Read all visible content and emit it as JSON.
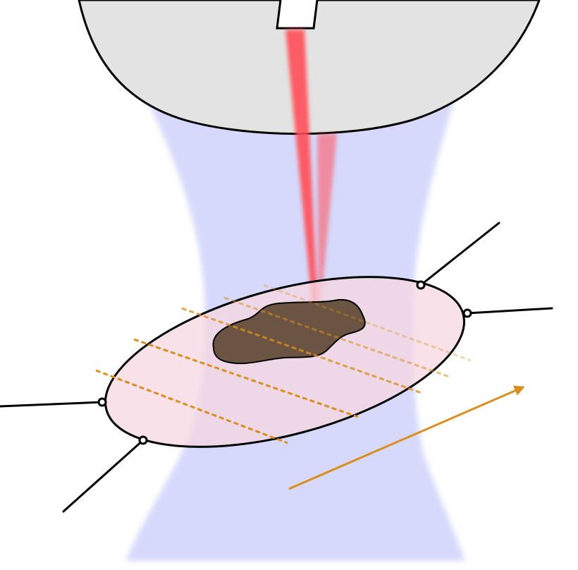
{
  "diagram": {
    "colors": {
      "objective_fill": "#e3e3e3",
      "objective_stroke": "#000000",
      "illumination_cone": "#d6d9fb",
      "laser_beam": "#ff4d55",
      "sample_fill": "#f7e0e6",
      "sample_stroke": "#000000",
      "particle_fill": "#6b5442",
      "scan_lines": "#d98e1f",
      "motion_arrow": "#d98e1f",
      "clamp_lines": "#000000"
    },
    "components": {
      "objective": "objective-housing",
      "aperture": "aperture-slot",
      "beam": "laser-beam",
      "cone": "illumination-cone",
      "sample": "sample-ellipse",
      "particle": "dark-particle",
      "scan_line_count": 5,
      "clamp_count": 4,
      "direction_icon": "motion-arrow-icon"
    }
  }
}
